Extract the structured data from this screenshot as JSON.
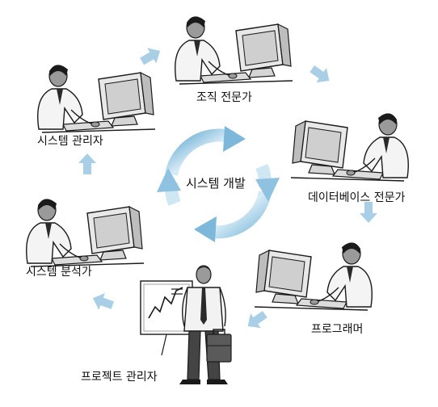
{
  "center": {
    "label": "시스템 개발"
  },
  "roles": [
    {
      "id": "org",
      "label": "조직 전문가"
    },
    {
      "id": "db",
      "label": "데이터베이스 전문가"
    },
    {
      "id": "prog",
      "label": "프로그래머"
    },
    {
      "id": "pm",
      "label": "프로젝트 관리자"
    },
    {
      "id": "analyst",
      "label": "시스템 분석가"
    },
    {
      "id": "admin",
      "label": "시스템 관리자"
    }
  ],
  "colors": {
    "arrow": "#a9cfe6",
    "cycle_light": "#dceef8",
    "cycle_dark": "#6aaed4",
    "ink": "#1a1a1a"
  }
}
